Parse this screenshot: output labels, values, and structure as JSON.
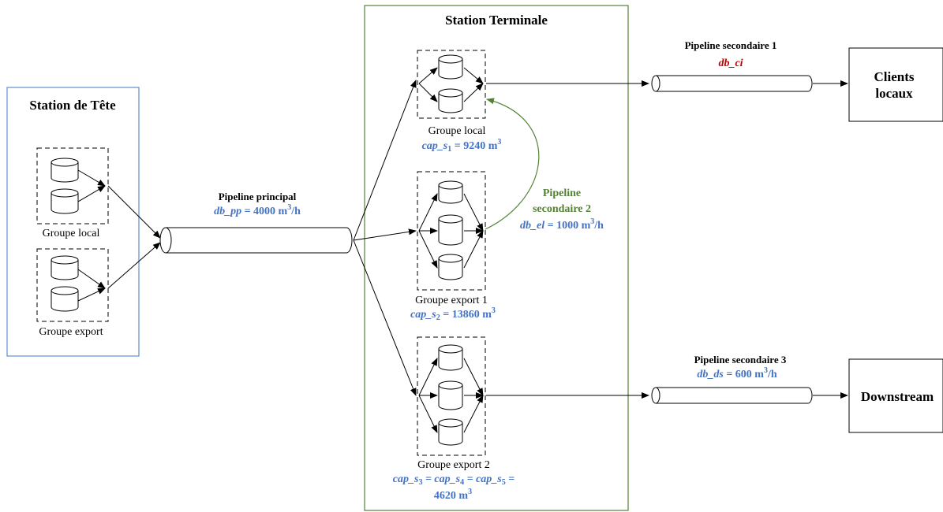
{
  "stations": {
    "head": {
      "title": "Station de Tête",
      "group_local": "Groupe local",
      "group_export": "Groupe export"
    },
    "terminal": {
      "title": "Station Terminale",
      "group_local": "Groupe local",
      "group_export1": "Groupe export 1",
      "group_export2": "Groupe export 2"
    }
  },
  "pipelines": {
    "principal": {
      "label": "Pipeline principal",
      "var": "db_pp",
      "value": " = 4000 m",
      "sup": "3",
      "unit": "/h"
    },
    "secondary1": {
      "label": "Pipeline secondaire 1",
      "var": "db_ci"
    },
    "secondary2": {
      "label1": "Pipeline",
      "label2": "secondaire 2",
      "var": "db_el",
      "value": " = 1000 m",
      "sup": "3",
      "unit": "/h"
    },
    "secondary3": {
      "label": "Pipeline secondaire 3",
      "var": "db_ds",
      "value": " = 600 m",
      "sup": "3",
      "unit": "/h"
    }
  },
  "capacities": {
    "s1": {
      "var": "cap_s",
      "sub": "1",
      "value": " = 9240 m",
      "sup": "3"
    },
    "s2": {
      "var": "cap_s",
      "sub": "2",
      "value": " = 13860 m",
      "sup": "3"
    },
    "s345": {
      "line1": "cap_s",
      "sub3": "3",
      "mid1": " = cap_s",
      "sub4": "4",
      "mid2": " = cap_s",
      "sub5": "5",
      "end": " =",
      "line2": "4620 m",
      "sup": "3"
    }
  },
  "destinations": {
    "clients_line1": "Clients",
    "clients_line2": "locaux",
    "downstream": "Downstream"
  },
  "colors": {
    "blue": "#4472c4",
    "red": "#c00000",
    "green": "#548235",
    "box_blue": "#5b8fd0",
    "box_green": "#548235"
  }
}
